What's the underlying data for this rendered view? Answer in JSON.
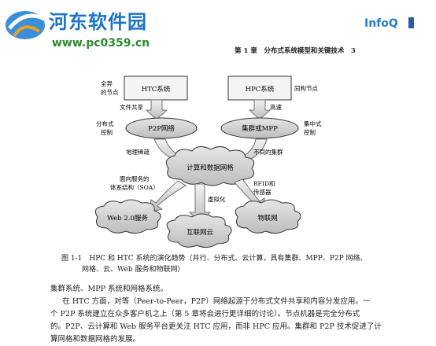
{
  "watermark": {
    "site_name": "河东软件园",
    "url": "www.pc0359.cn"
  },
  "header": {
    "brand": "InfoQ",
    "running_head": "第 1 章　分布式系统模型和关键技术　3"
  },
  "diagram": {
    "nodes": {
      "htc": "HTC系统",
      "hpc": "HPC系统",
      "p2p": "P2P网络",
      "cluster": "集群或MPP",
      "grid": "计算和数据网格",
      "web20": "Web 2.0服务",
      "cloud": "互联网云",
      "iot": "物联网"
    },
    "labels": {
      "disparate_nodes": [
        "全异",
        "的节点"
      ],
      "file_sharing": "文件共享",
      "distributed_control": [
        "分布式",
        "控制"
      ],
      "homogeneous_nodes": "同构节点",
      "high_speed": "高速",
      "centralized_control": [
        "集中式",
        "控制"
      ],
      "geo_sparse": "地理稀疏",
      "disparate_clusters": "不同的集群",
      "soa": [
        "面向服务的",
        "体系结构（SOA）"
      ],
      "virtualization": "虚拟化",
      "rfid_sensors": [
        "RFID和",
        "传感器"
      ]
    }
  },
  "figure": {
    "caption_line1": "图 1-1　HPC 和 HTC 系统的演化趋势（并行、分布式、云计算，具有集群、MPP、P2P 网络、",
    "caption_line2": "网格、云、Web 服务和物联网）"
  },
  "body": {
    "line1": "集群系统、MPP 系统和网格系统。",
    "line2": "在 HTC 方面，对等（Peer-to-Peer，P2P）网络起源于分布式文件共享和内容分发应用。一",
    "line3": "个 P2P 系统建立在众多客户机之上（第 5 章将会进行更详细的讨论）。节点机器是完全分布式",
    "line4": "的。P2P、云计算和 Web 服务平台更关注 HTC 应用，而非 HPC 应用。集群和 P2P 技术促进了计",
    "line5": "算网格和数据网格的发展。"
  }
}
